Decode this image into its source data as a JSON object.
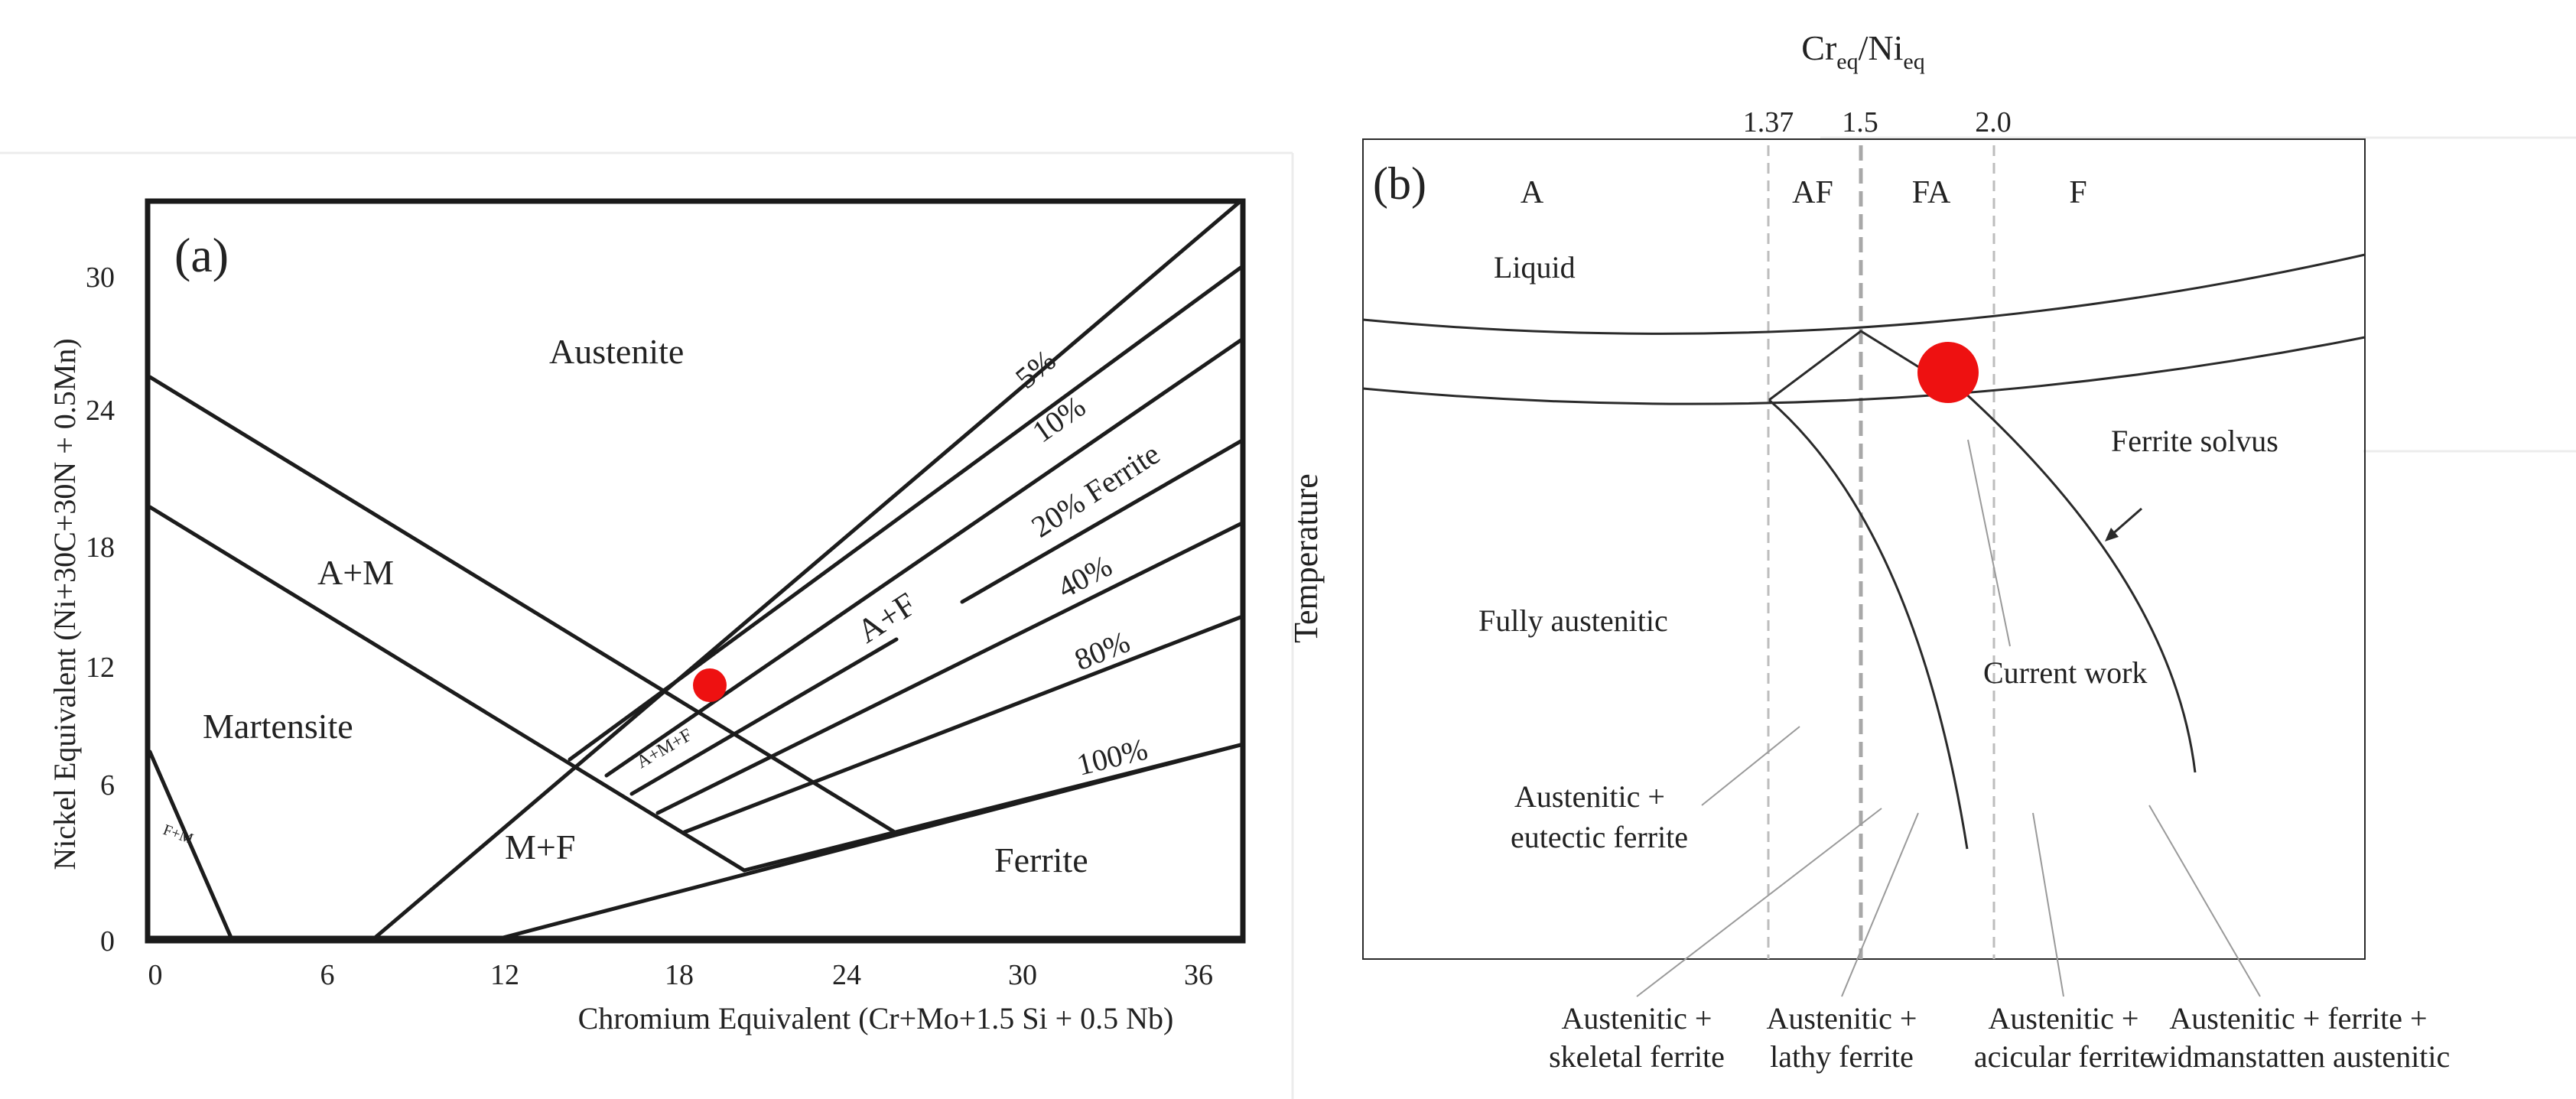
{
  "panel_a": {
    "panel_label": "(a)",
    "xlabel": "Chromium Equivalent (Cr+Mo+1.5 Si + 0.5 Nb)",
    "ylabel": "Nickel Equivalent (Ni+30C+30N + 0.5Mn)",
    "x_ticks": [
      "0",
      "6",
      "12",
      "18",
      "24",
      "30",
      "36"
    ],
    "y_ticks": [
      "0",
      "6",
      "12",
      "18",
      "24",
      "30"
    ],
    "regions": {
      "austenite": "Austenite",
      "a_m": "A+M",
      "martensite": "Martensite",
      "f_m": "F+M",
      "m_f": "M+F",
      "a_m_f": "A+M+F",
      "a_f": "A+F",
      "ferrite": "Ferrite"
    },
    "ferrite_lines": {
      "p5": "5%",
      "p10": "10%",
      "p20": "20% Ferrite",
      "p40": "40%",
      "p80": "80%",
      "p100": "100%"
    },
    "marker_color": "#ee1111"
  },
  "panel_b": {
    "panel_label": "(b)",
    "top_title_main": "Cr",
    "top_title_sub1": "eq",
    "top_title_slash": "/Ni",
    "top_title_sub2": "eq",
    "ratio_ticks": [
      "1.37",
      "1.5",
      "2.0"
    ],
    "modes": [
      "A",
      "AF",
      "FA",
      "F"
    ],
    "ylabel": "Temperature",
    "liquid": "Liquid",
    "fully_austenitic": "Fully austenitic",
    "ferrite_solvus": "Ferrite solvus",
    "current_work": "Current work",
    "austenitic_eutectic": [
      "Austenitic +",
      "eutectic ferrite"
    ],
    "bottom_labels": [
      [
        "Austenitic +",
        "skeletal ferrite"
      ],
      [
        "Austenitic +",
        "lathy ferrite"
      ],
      [
        "Austenitic +",
        "acicular ferrite"
      ],
      [
        "Austenitic + ferrite +",
        "widmanstatten austenitic"
      ]
    ],
    "marker_color": "#ee1111"
  }
}
